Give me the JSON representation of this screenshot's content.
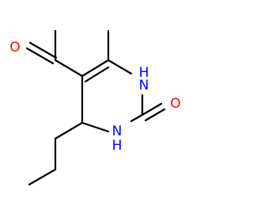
{
  "molecule": {
    "atoms": {
      "acetyl_oxygen": "O",
      "ring_nh_top": "H",
      "ring_n_top": "N",
      "ring_nh_bottom": "H",
      "ring_n_bottom": "N",
      "carbonyl_oxygen": "O"
    },
    "colors": {
      "bond": "#000000",
      "oxygen": "#ff0000",
      "nitrogen": "#0000ff"
    }
  }
}
